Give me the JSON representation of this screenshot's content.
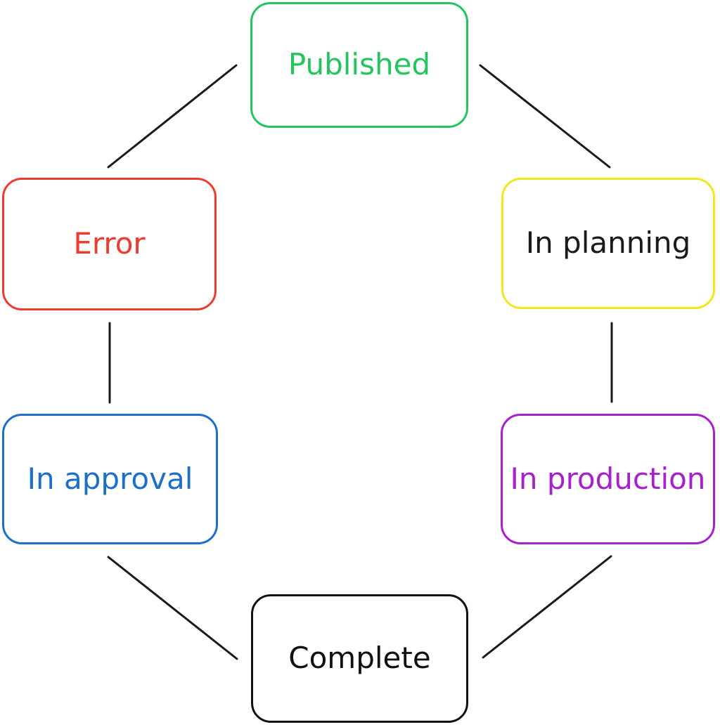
{
  "diagram": {
    "background_color": "#ffffff",
    "edge_color": "#1a1a1a",
    "nodes": [
      {
        "id": "published",
        "label": "Published",
        "border_color": "#24c55f",
        "text_color": "#24c55f",
        "fill_color": "#ffffff"
      },
      {
        "id": "in-planning",
        "label": "In planning",
        "border_color": "#f2e71d",
        "text_color": "#1a1a1a",
        "fill_color": "#ffffff"
      },
      {
        "id": "in-production",
        "label": "In production",
        "border_color": "#a620ce",
        "text_color": "#a620ce",
        "fill_color": "#ffffff"
      },
      {
        "id": "complete",
        "label": "Complete",
        "border_color": "#111111",
        "text_color": "#111111",
        "fill_color": "#ffffff"
      },
      {
        "id": "in-approval",
        "label": "In approval",
        "border_color": "#1d6fca",
        "text_color": "#1d6fca",
        "fill_color": "#ffffff"
      },
      {
        "id": "error",
        "label": "Error",
        "border_color": "#ed3b30",
        "text_color": "#ed3b30",
        "fill_color": "#ffffff"
      }
    ],
    "edges": [
      {
        "from": "error",
        "to": "published"
      },
      {
        "from": "published",
        "to": "in-planning"
      },
      {
        "from": "in-planning",
        "to": "in-production"
      },
      {
        "from": "in-production",
        "to": "complete"
      },
      {
        "from": "complete",
        "to": "in-approval"
      },
      {
        "from": "in-approval",
        "to": "error"
      }
    ]
  }
}
